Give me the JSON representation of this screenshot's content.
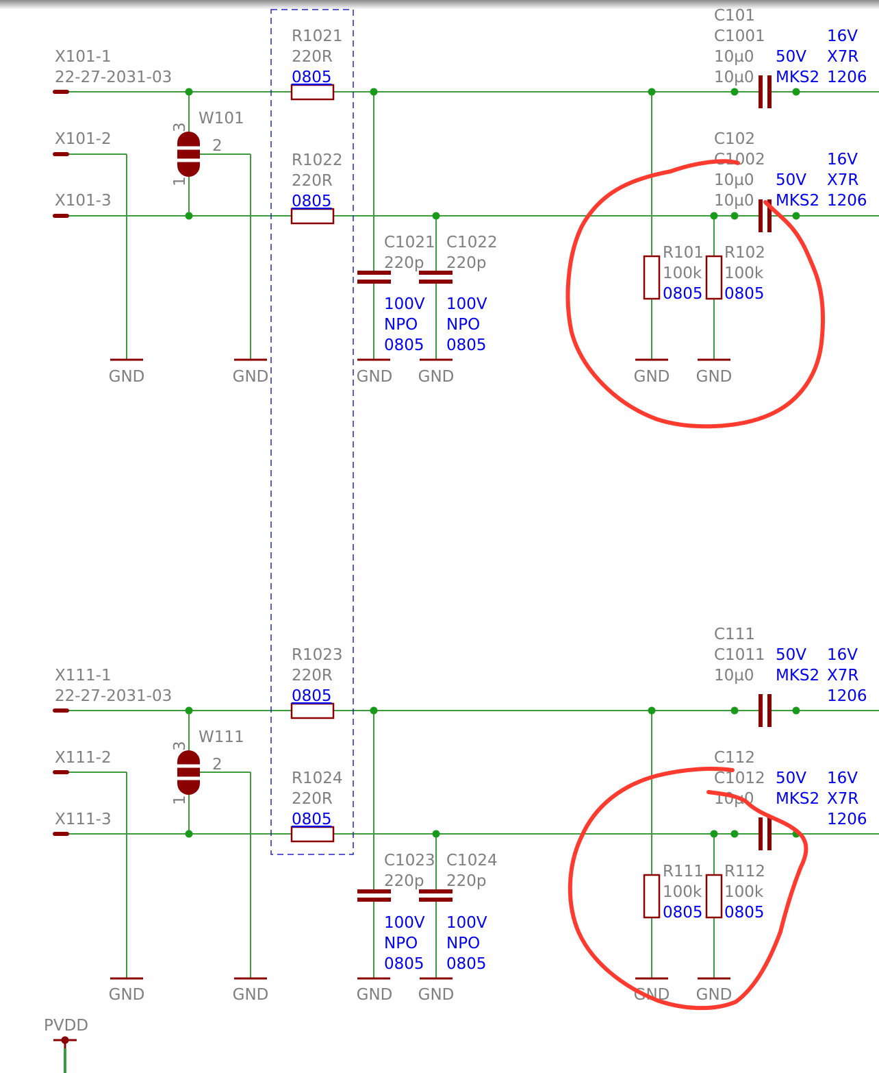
{
  "block_upper": {
    "connector": {
      "ref1": "X101-1",
      "part": "22-27-2031-03",
      "ref2": "X101-2",
      "ref3": "X101-3"
    },
    "jumper": {
      "ref": "W101",
      "pin1": "1",
      "pin2": "2",
      "pin3": "3"
    },
    "r_series_a": {
      "ref": "R1021",
      "value": "220R",
      "pkg": "0805"
    },
    "r_series_b": {
      "ref": "R1022",
      "value": "220R",
      "pkg": "0805"
    },
    "c_filter_a": {
      "ref": "C1021",
      "value": "220p",
      "volt": "100V",
      "dielectric": "NPO",
      "pkg": "0805"
    },
    "c_filter_b": {
      "ref": "C1022",
      "value": "220p",
      "volt": "100V",
      "dielectric": "NPO",
      "pkg": "0805"
    },
    "r_bias_a": {
      "ref": "R101",
      "value": "100k",
      "pkg": "0805"
    },
    "r_bias_b": {
      "ref": "R102",
      "value": "100k",
      "pkg": "0805"
    },
    "c_out_a": {
      "ref": "C101",
      "ref_alt": "C1001",
      "value": "10µ0",
      "value_alt": "10µ0",
      "volt": "50V",
      "dielectric": "MKS2",
      "volt_alt": "16V",
      "dielectric_alt": "X7R",
      "pkg": "1206"
    },
    "c_out_b": {
      "ref": "C102",
      "ref_alt": "C1002",
      "value": "10µ0",
      "value_alt": "10µ0",
      "volt": "50V",
      "dielectric": "MKS2",
      "volt_alt": "16V",
      "dielectric_alt": "X7R",
      "pkg": "1206"
    }
  },
  "block_lower": {
    "connector": {
      "ref1": "X111-1",
      "part": "22-27-2031-03",
      "ref2": "X111-2",
      "ref3": "X111-3"
    },
    "jumper": {
      "ref": "W111",
      "pin1": "1",
      "pin2": "2",
      "pin3": "3"
    },
    "r_series_a": {
      "ref": "R1023",
      "value": "220R",
      "pkg": "0805"
    },
    "r_series_b": {
      "ref": "R1024",
      "value": "220R",
      "pkg": "0805"
    },
    "c_filter_a": {
      "ref": "C1023",
      "value": "220p",
      "volt": "100V",
      "dielectric": "NPO",
      "pkg": "0805"
    },
    "c_filter_b": {
      "ref": "C1024",
      "value": "220p",
      "volt": "100V",
      "dielectric": "NPO",
      "pkg": "0805"
    },
    "r_bias_a": {
      "ref": "R111",
      "value": "100k",
      "pkg": "0805"
    },
    "r_bias_b": {
      "ref": "R112",
      "value": "100k",
      "pkg": "0805"
    },
    "c_out_a": {
      "ref": "C111",
      "ref_alt": "C1011",
      "value": "10µ0",
      "volt": "50V",
      "dielectric": "MKS2",
      "volt_alt": "16V",
      "dielectric_alt": "X7R",
      "pkg": "1206"
    },
    "c_out_b": {
      "ref": "C112",
      "ref_alt": "C1012",
      "value": "10µ0",
      "volt": "50V",
      "dielectric": "MKS2",
      "volt_alt": "16V",
      "dielectric_alt": "X7R",
      "pkg": "1206"
    }
  },
  "gnd_label": "GND",
  "supply_label": "PVDD",
  "colors": {
    "wire": "#3c9c3c",
    "symbol": "#8b0000",
    "ref_text": "#7f7f7f",
    "value_text": "#0000ee",
    "group_frame": "#2222cc",
    "annotation": "#ff3b30"
  }
}
